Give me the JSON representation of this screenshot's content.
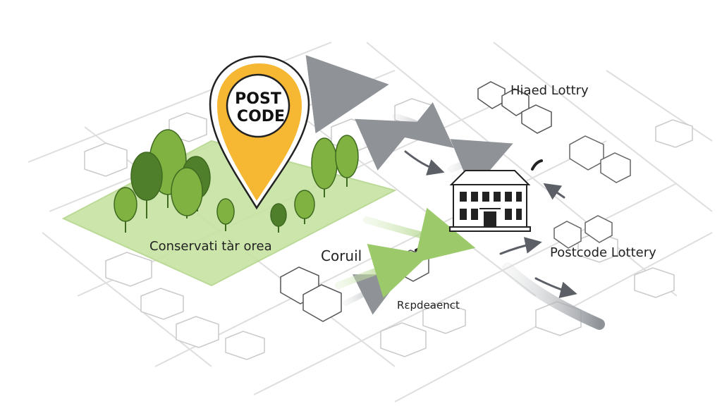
{
  "pin": {
    "line1": "POST",
    "line2": "CODE"
  },
  "labels": {
    "top_right": "Hiaed Lottry",
    "conservation": "Conservati tàr orea",
    "council": "Coruil",
    "postcode_lottery": "Postcode Lottery",
    "replacement": "Rɛpdeaenct"
  },
  "colors": {
    "pin_fill": "#f6b733",
    "park_fill": "#c6e3a2",
    "tree_light": "#7fb241",
    "tree_dark": "#4f7f2a",
    "arrow_grey": "#9a9ea3",
    "arrow_green": "#a8d07a",
    "building_stroke": "#222222",
    "road_stroke": "#dcdcdc",
    "ink": "#222222"
  },
  "icons": {
    "pin": "map-pin-icon",
    "building": "town-hall-icon"
  }
}
